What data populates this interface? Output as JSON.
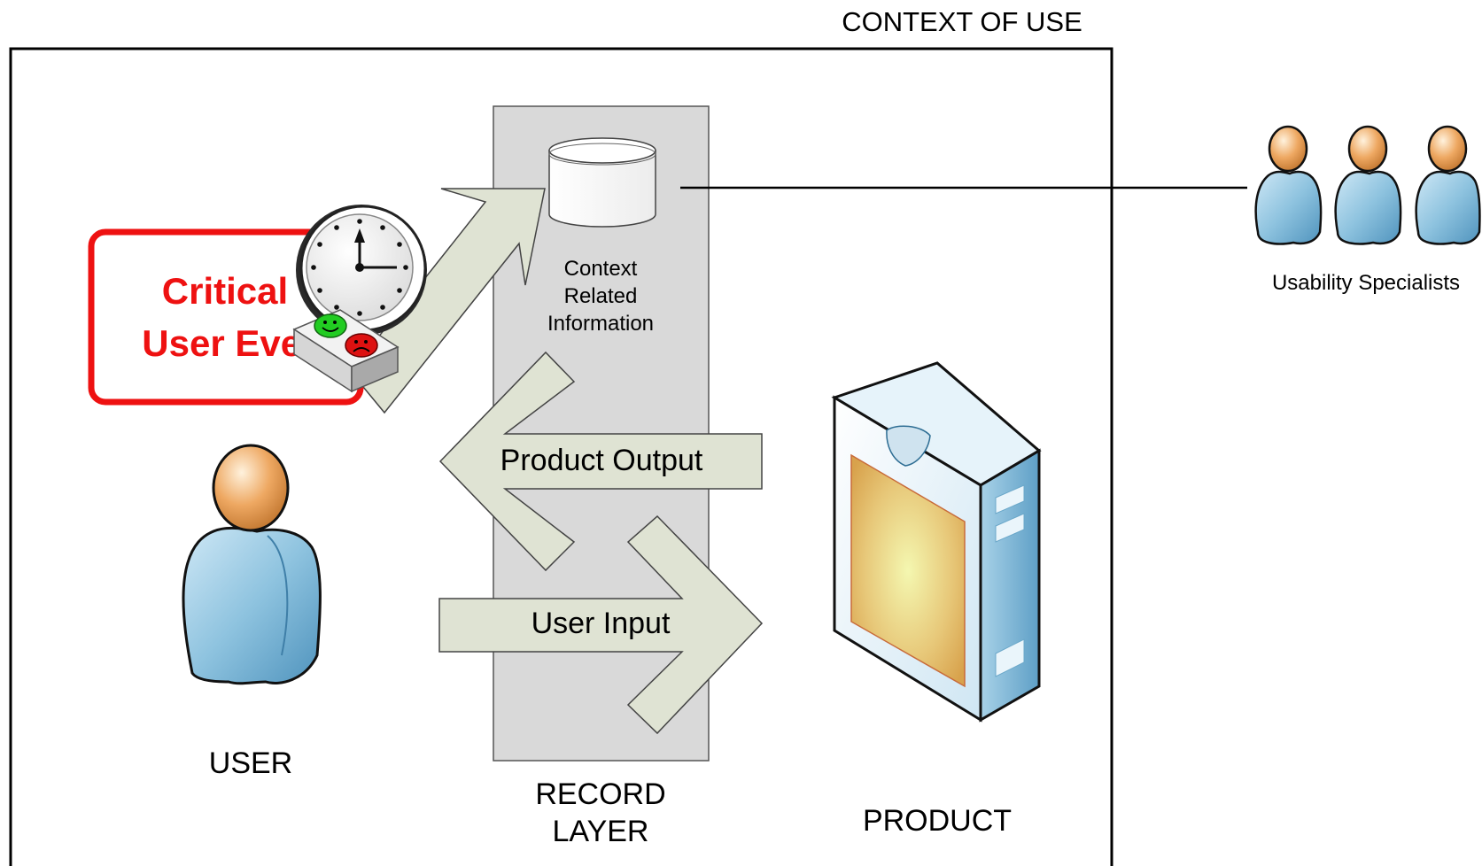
{
  "context_title": "CONTEXT OF USE",
  "labels": {
    "user": "USER",
    "record_layer_line1": "RECORD",
    "record_layer_line2": "LAYER",
    "product": "PRODUCT",
    "specialists": "Usability Specialists"
  },
  "database": {
    "line1": "Context",
    "line2": "Related",
    "line3": "Information"
  },
  "arrows": {
    "output": "Product Output",
    "input": "User Input"
  },
  "event": {
    "line1": "Critical",
    "line2": "User Event"
  },
  "colors": {
    "frame": "#000000",
    "record_layer": "#d9d9d9",
    "arrow_fill": "#dfe3d3",
    "event_red": "#ee1111",
    "happy": "#22cc22",
    "sad": "#dd1111",
    "person_head": "#e8a25a",
    "person_body": "#8ec3df",
    "product_face": "#e9c276",
    "product_side": "#7eb7d6"
  }
}
